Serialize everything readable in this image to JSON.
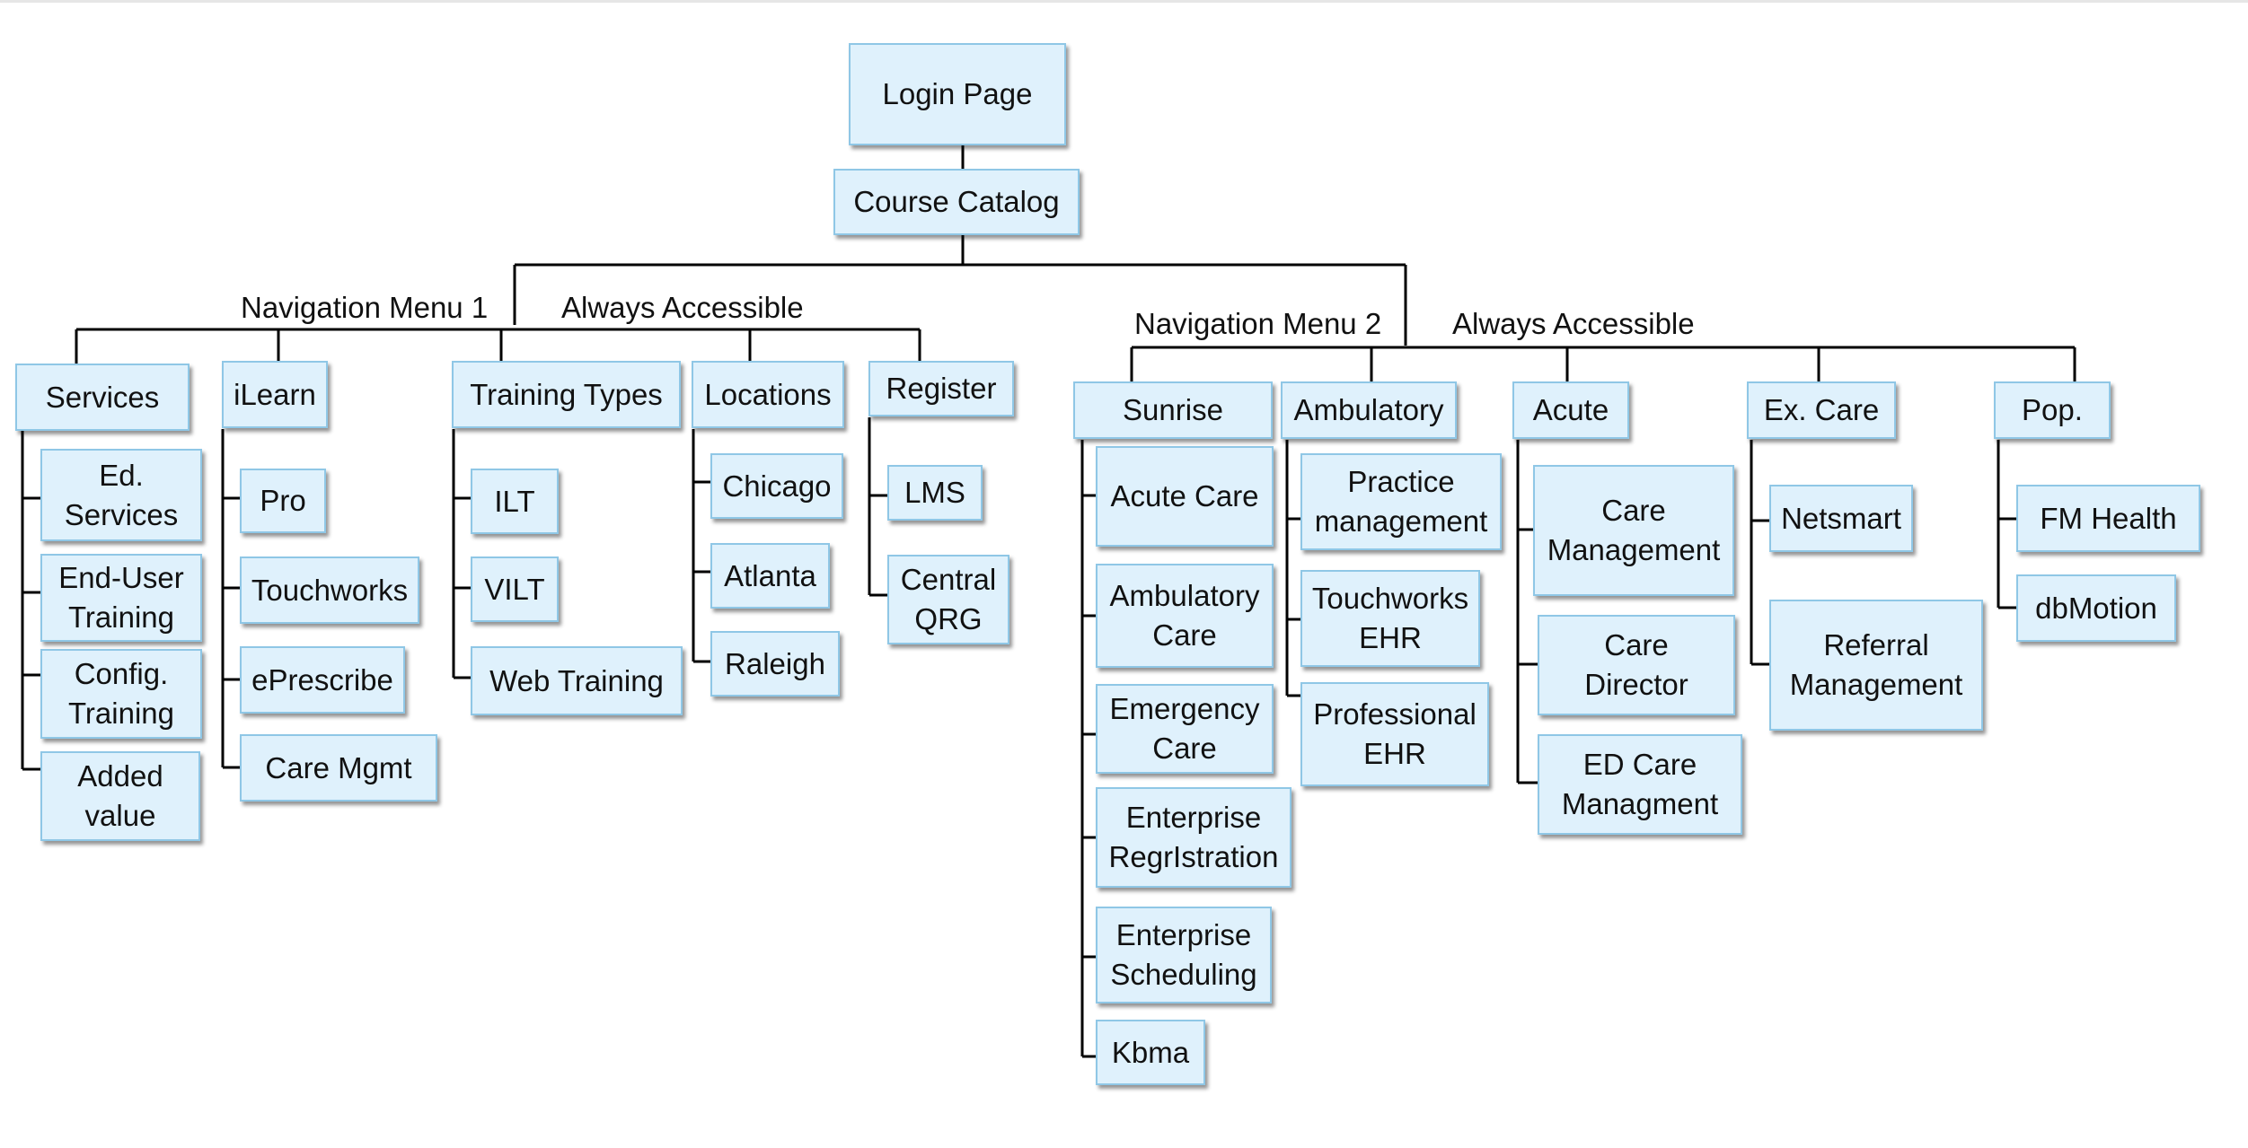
{
  "labels": {
    "nav1": "Navigation Menu 1",
    "always1": "Always Accessible",
    "nav2": "Navigation Menu 2",
    "always2": "Always Accessible"
  },
  "nodes": {
    "login": "Login Page",
    "catalog": "Course Catalog",
    "services": "Services",
    "ed_services": "Ed.\nServices",
    "end_user_training": "End-User\nTraining",
    "config_training": "Config.\nTraining",
    "added_value": "Added\nvalue",
    "ilearn": "iLearn",
    "pro": "Pro",
    "touchworks": "Touchworks",
    "eprescribe": "ePrescribe",
    "care_mgmt": "Care Mgmt",
    "training_types": "Training Types",
    "ilt": "ILT",
    "vilt": "VILT",
    "web_training": "Web Training",
    "locations": "Locations",
    "chicago": "Chicago",
    "atlanta": "Atlanta",
    "raleigh": "Raleigh",
    "register": "Register",
    "lms": "LMS",
    "central_qrg": "Central\nQRG",
    "sunrise": "Sunrise",
    "acute_care": "Acute Care",
    "ambulatory_care": "Ambulatory\nCare",
    "emergency_care": "Emergency\nCare",
    "enterprise_registration": "Enterprise\nRegrIstration",
    "enterprise_scheduling": "Enterprise\nScheduling",
    "kbma": "Kbma",
    "ambulatory": "Ambulatory",
    "practice_management": "Practice\nmanagement",
    "touchworks_ehr": "Touchworks\nEHR",
    "professional_ehr": "Professional\nEHR",
    "acute": "Acute",
    "care_management": "Care\nManagement",
    "care_director": "Care\nDirector",
    "ed_care_managment": "ED Care\nManagment",
    "ex_care": "Ex. Care",
    "netsmart": "Netsmart",
    "referral_management": "Referral\nManagement",
    "pop": "Pop.",
    "fm_health": "FM Health",
    "dbmotion": "dbMotion"
  }
}
